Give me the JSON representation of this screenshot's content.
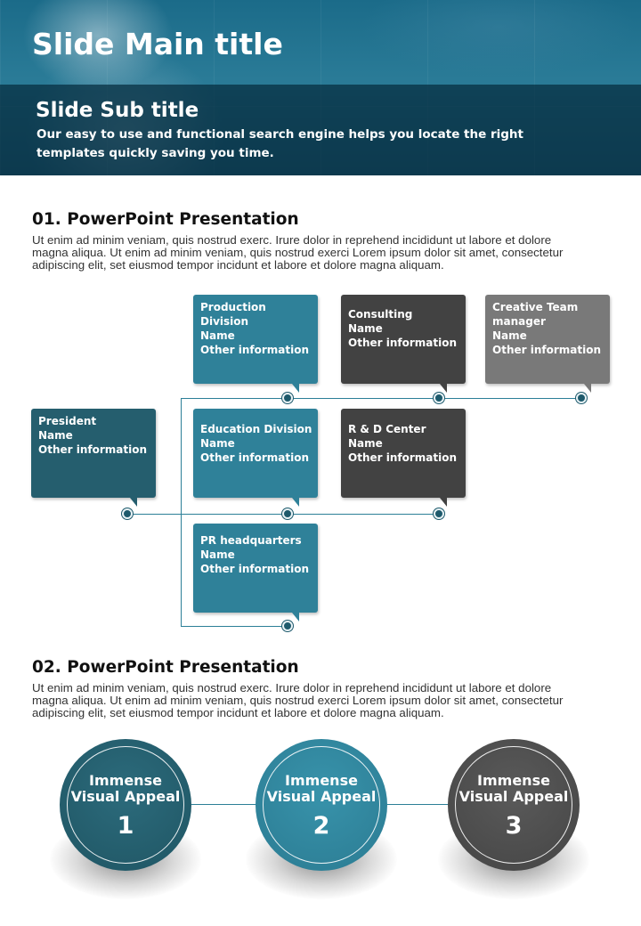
{
  "header": {
    "main_title": "Slide Main title",
    "sub_title": "Slide Sub title",
    "sub_text": "Our easy to use and functional search engine helps you locate the right templates quickly saving you time."
  },
  "section1": {
    "title": "01. PowerPoint Presentation",
    "body": "Ut enim ad minim veniam, quis nostrud exerc. Irure dolor in reprehend incididunt ut labore et dolore magna aliqua. Ut enim ad minim veniam, quis nostrud exerci  Lorem ipsum dolor sit amet, consectetur adipiscing elit, set eiusmod tempor incidunt et labore et dolore magna aliquam."
  },
  "org": {
    "president": [
      "President",
      "Name",
      "Other information"
    ],
    "production": [
      "Production",
      "Division",
      "Name",
      "Other information"
    ],
    "consulting": [
      "Consulting",
      "Name",
      "Other information"
    ],
    "creative": [
      "Creative Team",
      "manager",
      "Name",
      "Other information"
    ],
    "education": [
      "Education Division",
      "Name",
      "Other information"
    ],
    "rd": [
      "R & D Center",
      "Name",
      "Other information"
    ],
    "pr": [
      "PR headquarters",
      "Name",
      "Other information"
    ]
  },
  "section2": {
    "title": "02. PowerPoint Presentation",
    "body": "Ut enim ad minim veniam, quis nostrud exerc. Irure dolor in reprehend incididunt ut labore et dolore magna aliqua. Ut enim ad minim veniam, quis nostrud exerci  Lorem ipsum dolor sit amet, consectetur adipiscing elit, set eiusmod tempor incidunt et labore et dolore magna aliquam."
  },
  "circles": [
    {
      "line1": "Immense",
      "line2": "Visual Appeal",
      "number": "1"
    },
    {
      "line1": "Immense",
      "line2": "Visual Appeal",
      "number": "2"
    },
    {
      "line1": "Immense",
      "line2": "Visual Appeal",
      "number": "3"
    }
  ],
  "colors": {
    "dark_teal": "#255e6e",
    "teal": "#2f8199",
    "charcoal": "#424242",
    "gray": "#797979"
  }
}
